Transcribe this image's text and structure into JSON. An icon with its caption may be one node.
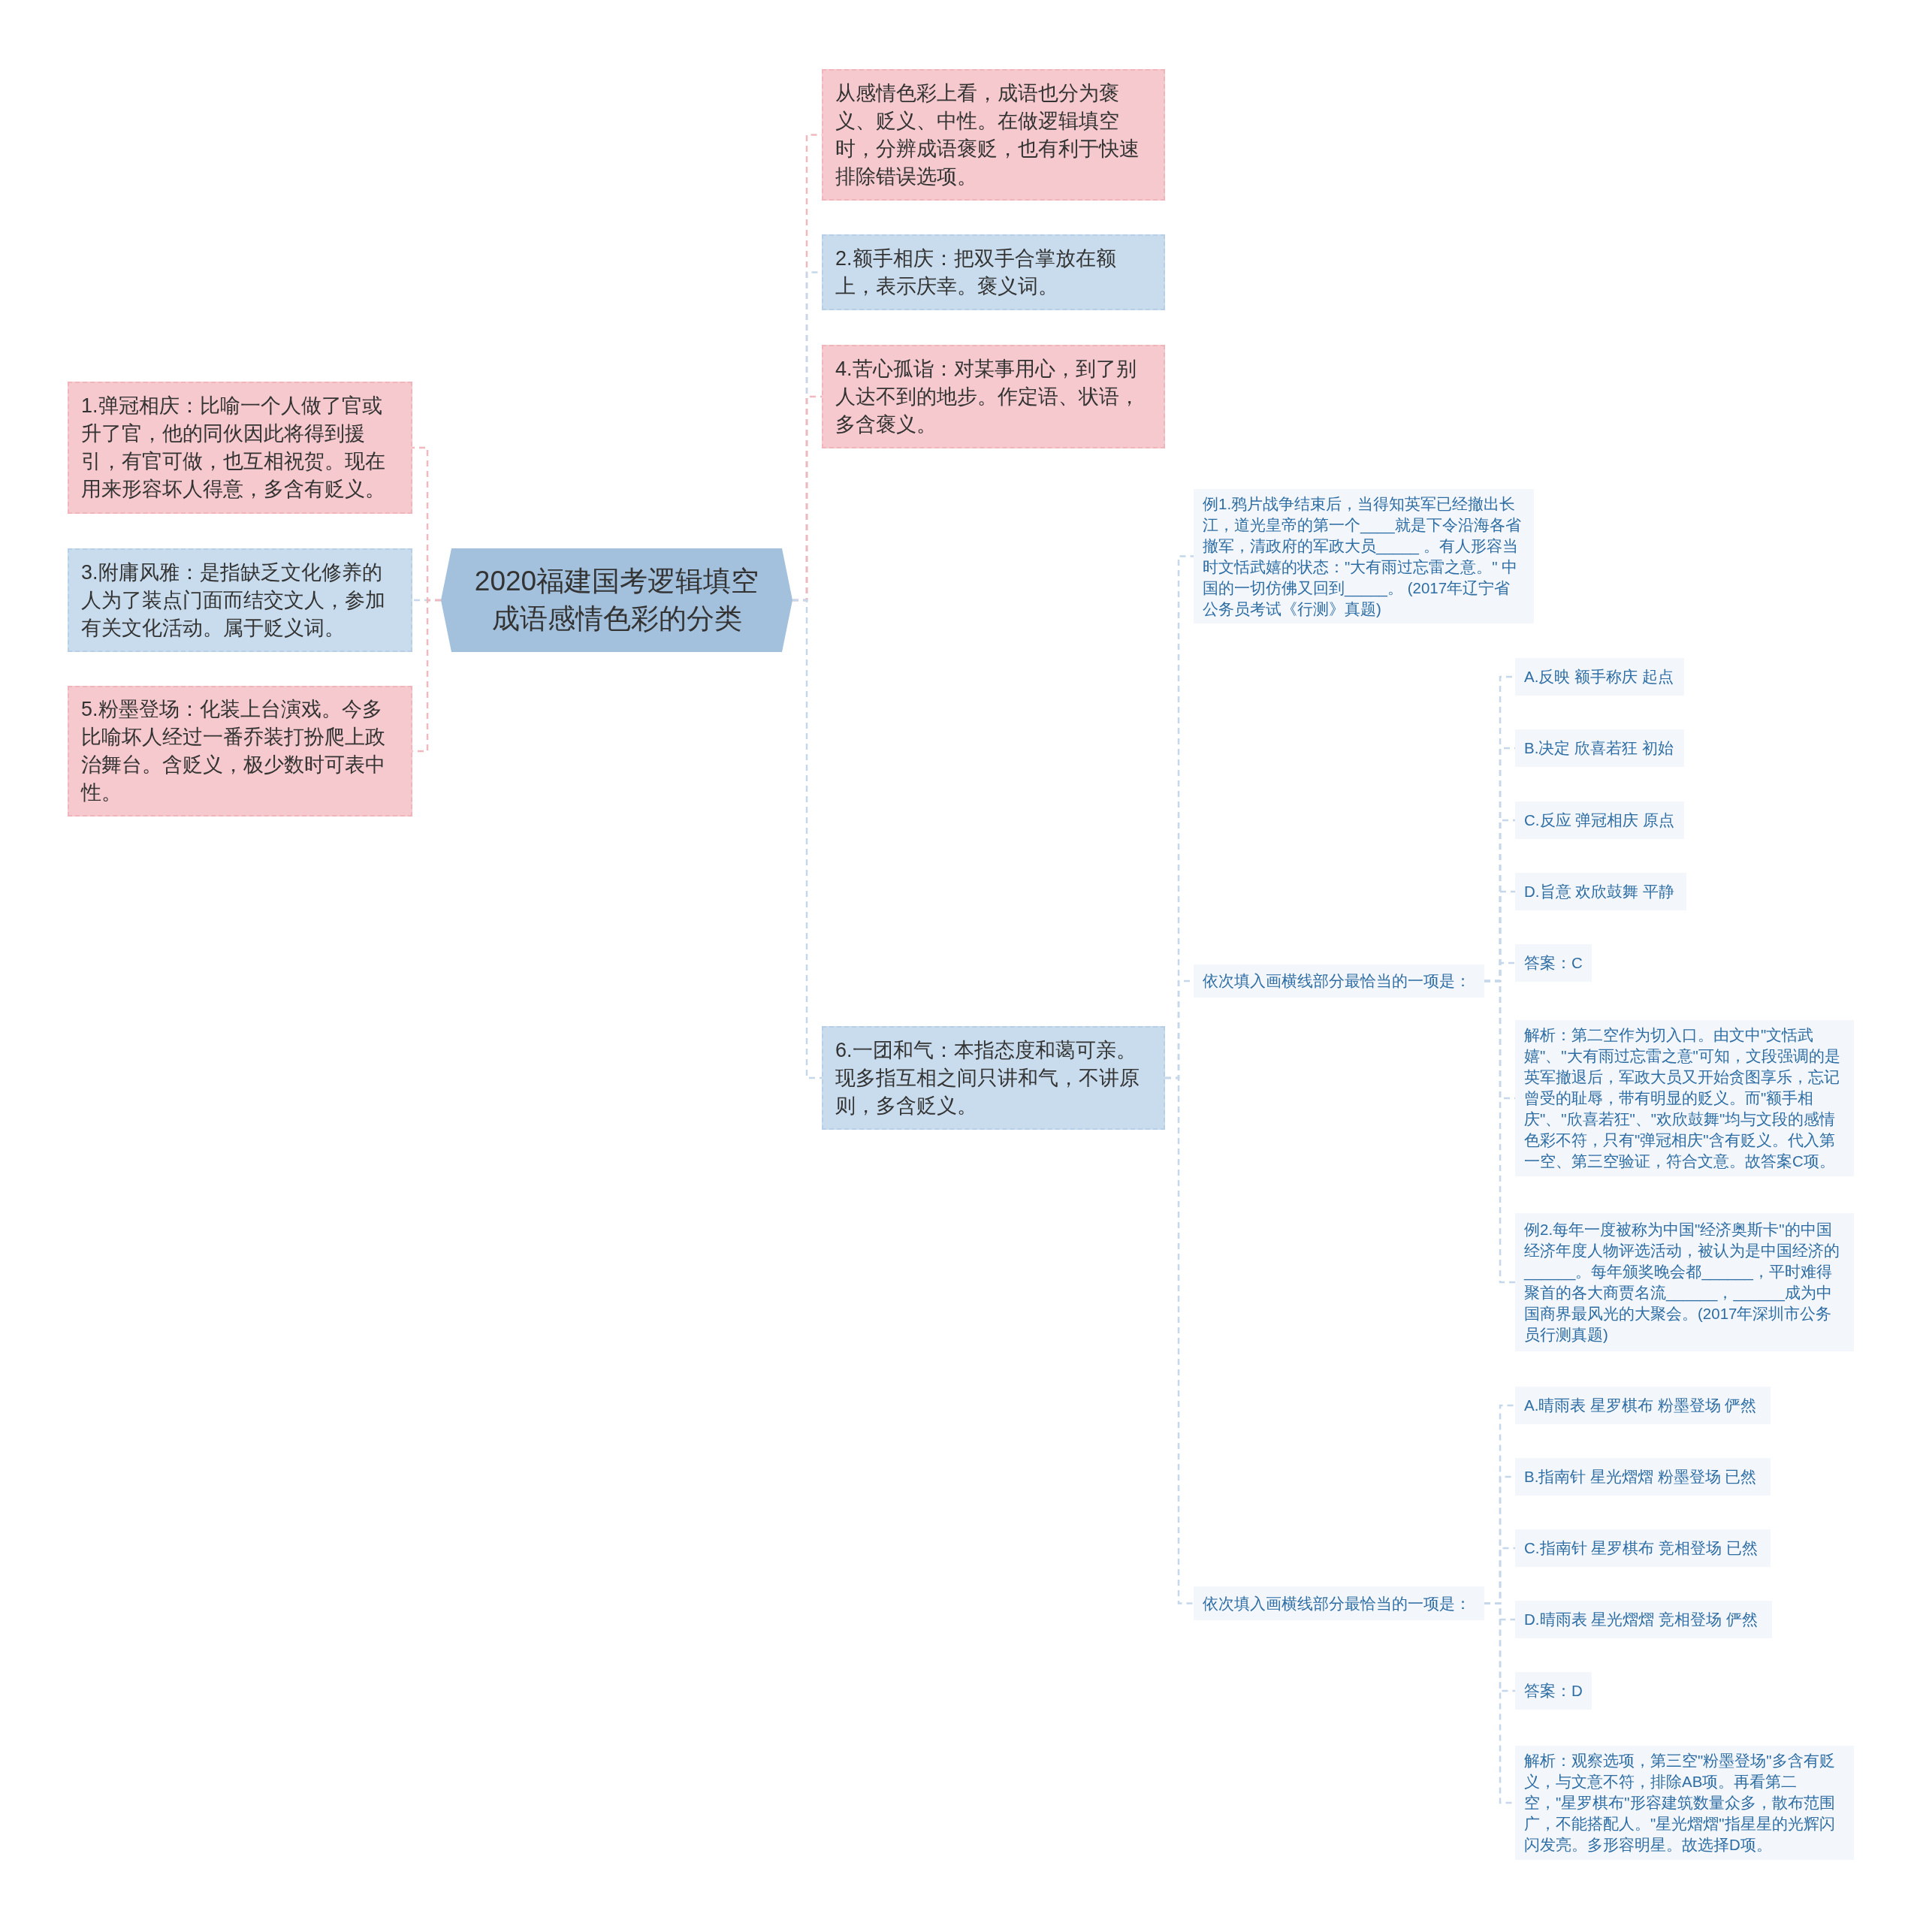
{
  "diagram": {
    "nodes": [
      {
        "text": [
          "2020福建国考逻辑填空成语感情色彩的分类"
        ]
      },
      {
        "text": [
          "1.弹冠相庆：比喻一个人做了官或升了官，他的同伙因此将得到援引，有官可做，也互相祝贺。现在用来形容坏人得意，多含有贬义。"
        ]
      },
      {
        "text": [
          "3.附庸风雅：是指缺乏文化修养的人为了装点门面而结交文人，参加有关文化活动。属于贬义词。"
        ]
      },
      {
        "text": [
          "5.粉墨登场：化装上台演戏。今多比喻坏人经过一番乔装打扮爬上政治舞台。含贬义，极少数时可表中性。"
        ]
      },
      {
        "text": [
          "从感情色彩上看，成语也分为褒义、贬义、中性。在做逻辑填空时，分辨成语褒贬，也有利于快速排除错误选项。"
        ]
      },
      {
        "text": [
          "2.额手相庆：把双手合掌放在额上，表示庆幸。褒义词。"
        ]
      },
      {
        "text": [
          "4.苦心孤诣：对某事用心，到了别人达不到的地步。作定语、状语，多含褒义。"
        ]
      },
      {
        "text": [
          "6.一团和气：本指态度和蔼可亲。现多指互相之间只讲和气，不讲原则，多含贬义。"
        ]
      },
      {
        "text": [
          "例1.鸦片战争结束后，当得知英军已经撤出长江，道光皇帝的第一个____就是下令沿海各省撤军，清政府的军政大员_____ 。有人形容当时文恬武嬉的状态：\"大有雨过忘雷之意。\" 中国的一切仿佛又回到_____。 (2017年辽宁省公务员考试《行测》真题)"
        ]
      },
      {
        "text": [
          "依次填入画横线部分最恰当的一项是："
        ]
      },
      {
        "text": [
          "A.反映 额手称庆 起点"
        ]
      },
      {
        "text": [
          "B.决定 欣喜若狂 初始"
        ]
      },
      {
        "text": [
          "C.反应 弹冠相庆 原点"
        ]
      },
      {
        "text": [
          "D.旨意 欢欣鼓舞 平静"
        ]
      },
      {
        "text": [
          "答案：C"
        ]
      },
      {
        "text": [
          "解析：第二空作为切入口。由文中\"文恬武嬉\"、\"大有雨过忘雷之意\"可知，文段强调的是英军撤退后，军政大员又开始贪图享乐，忘记曾受的耻辱，带有明显的贬义。而\"额手相庆\"、\"欣喜若狂\"、\"欢欣鼓舞\"均与文段的感情色彩不符，只有\"弹冠相庆\"含有贬义。代入第一空、第三空验证，符合文意。故答案C项。"
        ]
      },
      {
        "text": [
          "例2.每年一度被称为中国\"经济奥斯卡\"的中国经济年度人物评选活动，被认为是中国经济的______。每年颁奖晚会都______，平时难得聚首的各大商贾名流______，______成为中国商界最风光的大聚会。(2017年深圳市公务员行测真题)"
        ]
      },
      {
        "text": [
          "依次填入画横线部分最恰当的一项是："
        ]
      },
      {
        "text": [
          "A.晴雨表 星罗棋布 粉墨登场 俨然"
        ]
      },
      {
        "text": [
          "B.指南针 星光熠熠 粉墨登场 已然"
        ]
      },
      {
        "text": [
          "C.指南针 星罗棋布 竞相登场 已然"
        ]
      },
      {
        "text": [
          "D.晴雨表 星光熠熠 竞相登场 俨然"
        ]
      },
      {
        "text": [
          "答案：D"
        ]
      },
      {
        "text": [
          "解析：观察选项，第三空\"粉墨登场\"多含有贬义，与文意不符，排除AB项。再看第二空，\"星罗棋布\"形容建筑数量众多，散布范围广，不能搭配人。\"星光熠熠\"指星星的光辉闪闪发亮。多形容明星。故选择D项。"
        ]
      }
    ],
    "edges": [
      {
        "from": 0,
        "to": 1,
        "arrow": "none",
        "color": "#f0b9be"
      },
      {
        "from": 0,
        "to": 2,
        "arrow": "none"
      },
      {
        "from": 0,
        "to": 3,
        "arrow": "none",
        "color": "#f0b9be"
      },
      {
        "from": 0,
        "to": 4,
        "arrow": "none",
        "color": "#f0b9be"
      },
      {
        "from": 0,
        "to": 5,
        "arrow": "none"
      },
      {
        "from": 0,
        "to": 6,
        "arrow": "none",
        "color": "#f0b9be"
      },
      {
        "from": 0,
        "to": 7,
        "arrow": "none"
      },
      {
        "from": 7,
        "to": 8,
        "arrow": "none"
      },
      {
        "from": 7,
        "to": 9,
        "arrow": "none"
      },
      {
        "from": 7,
        "to": 17,
        "arrow": "none"
      },
      {
        "from": 9,
        "to": 10,
        "arrow": "none"
      },
      {
        "from": 9,
        "to": 11,
        "arrow": "none"
      },
      {
        "from": 9,
        "to": 12,
        "arrow": "none"
      },
      {
        "from": 9,
        "to": 13,
        "arrow": "none"
      },
      {
        "from": 9,
        "to": 14,
        "arrow": "none"
      },
      {
        "from": 9,
        "to": 15,
        "arrow": "none"
      },
      {
        "from": 9,
        "to": 16,
        "arrow": "none"
      },
      {
        "from": 17,
        "to": 18,
        "arrow": "none"
      },
      {
        "from": 17,
        "to": 19,
        "arrow": "none"
      },
      {
        "from": 17,
        "to": 20,
        "arrow": "none"
      },
      {
        "from": 17,
        "to": 21,
        "arrow": "none"
      },
      {
        "from": 17,
        "to": 22,
        "arrow": "none"
      },
      {
        "from": 17,
        "to": 23,
        "arrow": "none"
      }
    ]
  }
}
